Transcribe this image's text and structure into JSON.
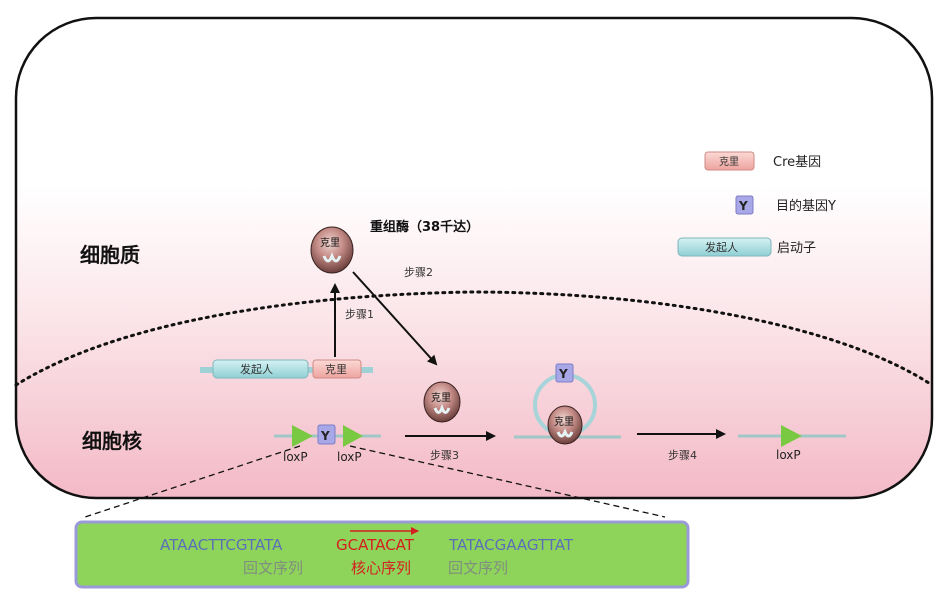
{
  "regions": {
    "cytoplasm": "细胞质",
    "nucleus": "细胞核"
  },
  "enzyme": {
    "title": "重组酶（38千达）",
    "blob_label": "克里"
  },
  "steps": {
    "step1": "步骤1",
    "step2": "步骤2",
    "step3": "步骤3",
    "step4": "步骤4"
  },
  "construct": {
    "promoter": "发起人",
    "cre": "克里"
  },
  "genes": {
    "loxp_left": "loxP",
    "loxp_right": "loxP",
    "loxp_final": "loxP",
    "target_gene": "Y"
  },
  "legend": {
    "cre_box": "克里",
    "cre_text": "Cre基因",
    "y_box": "Y",
    "y_text": "目的基因Y",
    "promoter_box": "发起人",
    "promoter_text": "启动子"
  },
  "sequence": {
    "left": "ATAACTTCGTATA",
    "core": "GCATACAT",
    "right": "TATACGAAGTTAT",
    "left_label": "回文序列",
    "core_label": "核心序列",
    "right_label": "回文序列"
  },
  "colors": {
    "nucleus_pink": "#f5c6d0",
    "enzyme_body": "#9a5e5a",
    "promoter_teal": "#a9dde0",
    "cre_pink": "#f4b8b4",
    "loxp_green": "#7ac943",
    "y_purple": "#a8a8e8",
    "sequence_green": "#8fd45a",
    "sequence_blue": "#5b6fb8",
    "sequence_red": "#d42020",
    "label_gray": "#7f8e7f"
  }
}
